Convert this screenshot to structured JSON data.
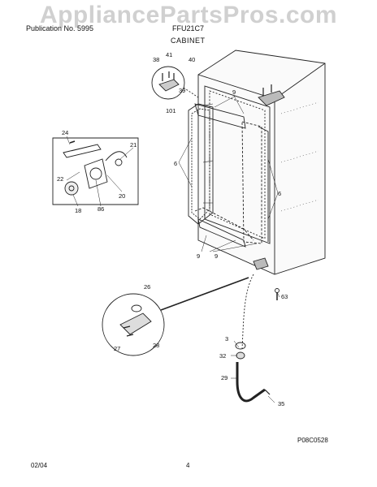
{
  "watermark": "AppliancePartsPros.com",
  "header": {
    "left": "Publication No. 5995",
    "model": "FFU21C7",
    "section": "CABINET"
  },
  "footer": {
    "date": "02/04",
    "page": "4"
  },
  "figure_code": "P08C0528",
  "callouts": {
    "c41": "41",
    "c38": "38",
    "c40": "40",
    "c39": "39",
    "c101": "101",
    "c9a": "9",
    "c9b": "9",
    "c9c": "9",
    "c24": "24",
    "c21": "21",
    "c22": "22",
    "c20": "20",
    "c18": "18",
    "c86": "86",
    "c6a": "6",
    "c6b": "6",
    "c26": "26",
    "c27": "27",
    "c28": "28",
    "c63": "63",
    "c3": "3",
    "c32": "32",
    "c29": "29",
    "c35": "35"
  }
}
